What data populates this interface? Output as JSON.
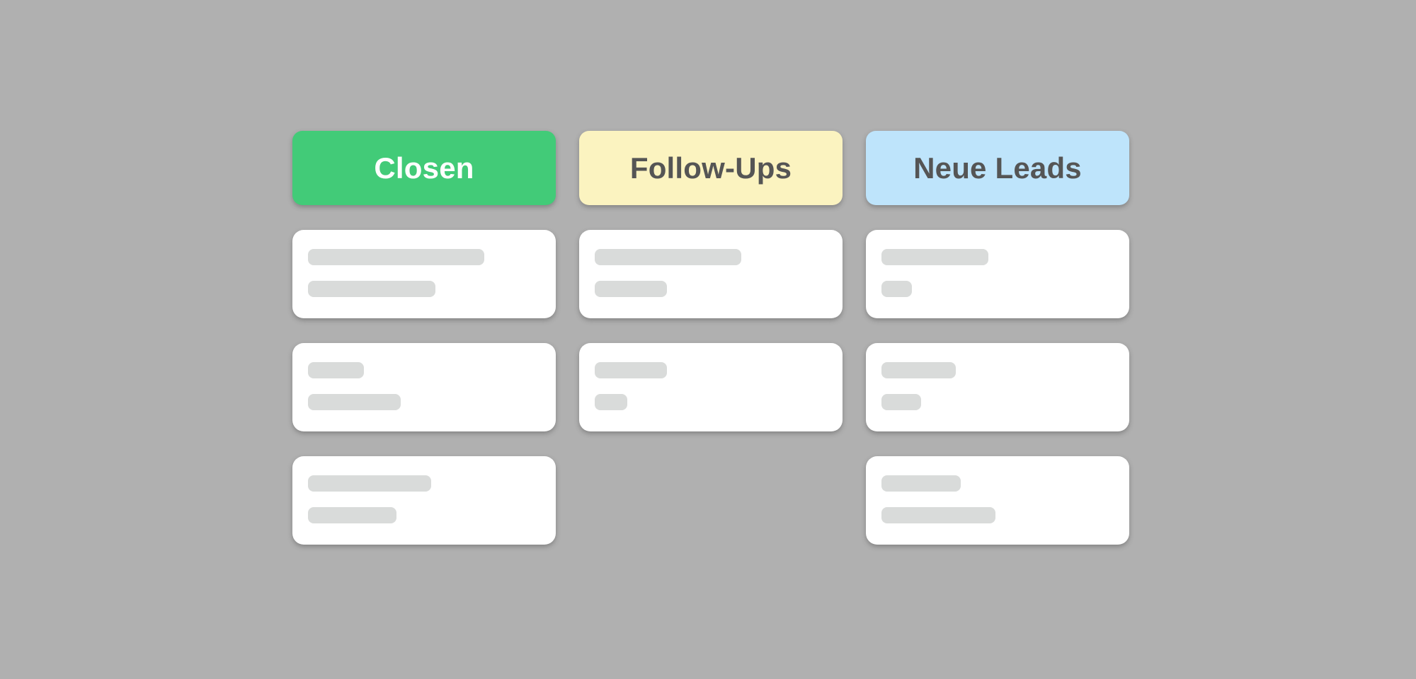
{
  "board": {
    "background_color": "#b0b0b0",
    "card_color": "#ffffff",
    "skeleton_color": "#d9dbda",
    "columns": [
      {
        "id": "closen",
        "title": "Closen",
        "accent": "green",
        "accent_color": "#42cb78",
        "title_color": "#ffffff",
        "card_count": 3,
        "cards": [
          {
            "id": "closen-card-1",
            "empty": false,
            "primary_bar_width": "76%",
            "secondary_bar_width": "55%"
          },
          {
            "id": "closen-card-2",
            "empty": false,
            "primary_bar_width": "24%",
            "secondary_bar_width": "40%"
          },
          {
            "id": "closen-card-3",
            "empty": false,
            "primary_bar_width": "53%",
            "secondary_bar_width": "38%"
          }
        ]
      },
      {
        "id": "follow-ups",
        "title": "Follow-Ups",
        "accent": "yellow",
        "accent_color": "#fbf3c0",
        "title_color": "#555555",
        "card_count": 2,
        "cards": [
          {
            "id": "follow-ups-card-1",
            "empty": false,
            "primary_bar_width": "63%",
            "secondary_bar_width": "31%"
          },
          {
            "id": "follow-ups-card-2",
            "empty": false,
            "primary_bar_width": "31%",
            "secondary_bar_width": "14%"
          },
          {
            "id": "follow-ups-card-3",
            "empty": true,
            "primary_bar_width": "0%",
            "secondary_bar_width": "0%"
          }
        ]
      },
      {
        "id": "neue-leads",
        "title": "Neue Leads",
        "accent": "blue",
        "accent_color": "#bee4fb",
        "title_color": "#555555",
        "card_count": 3,
        "cards": [
          {
            "id": "neue-leads-card-1",
            "empty": false,
            "primary_bar_width": "46%",
            "secondary_bar_width": "13%"
          },
          {
            "id": "neue-leads-card-2",
            "empty": false,
            "primary_bar_width": "32%",
            "secondary_bar_width": "17%"
          },
          {
            "id": "neue-leads-card-3",
            "empty": false,
            "primary_bar_width": "34%",
            "secondary_bar_width": "49%"
          }
        ]
      }
    ]
  }
}
